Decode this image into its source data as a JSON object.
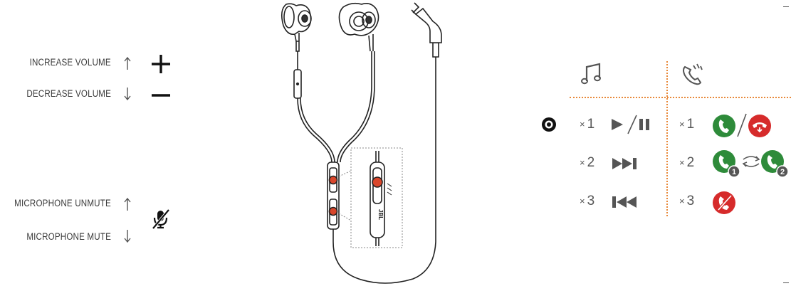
{
  "left_labels": {
    "increase_volume": "INCREASE VOLUME",
    "decrease_volume": "DECREASE VOLUME",
    "microphone_unmute": "MICROPHONE UNMUTE",
    "microphone_mute": "MICROPHONE MUTE"
  },
  "brand": "JBL",
  "table": {
    "rows": [
      {
        "music_count": "1",
        "call_count": "1"
      },
      {
        "music_count": "2",
        "call_count": "2"
      },
      {
        "music_count": "3",
        "call_count": "3"
      }
    ],
    "times_symbol": "×",
    "call_badges": [
      "1",
      "2"
    ]
  },
  "colors": {
    "accept_green": "#2e8b3a",
    "reject_red": "#d62b2b",
    "divider_orange": "#e8893a",
    "text_gray": "#3a3a3a",
    "icon_gray": "#555555"
  }
}
